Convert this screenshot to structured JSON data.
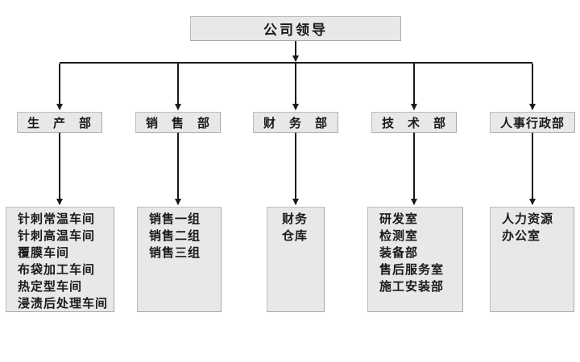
{
  "title": "公司领导",
  "colors": {
    "box_fill": "#e8e8e8",
    "box_border": "#bcbcbc",
    "connector_line": "#1a1a1a",
    "text": "#1a1a1a"
  },
  "departments": [
    {
      "label": "生　产　部",
      "units": [
        "针刺常温车间",
        "针刺高温车间",
        "覆膜车间",
        "布袋加工车间",
        "热定型车间",
        "浸渍后处理车间"
      ]
    },
    {
      "label": "销　售　部",
      "units": [
        "销售一组",
        "销售二组",
        "销售三组"
      ]
    },
    {
      "label": "财　务　部",
      "units": [
        "财务",
        "仓库"
      ]
    },
    {
      "label": "技　术　部",
      "units": [
        "研发室",
        "检测室",
        "装备部",
        "售后服务室",
        "施工安装部"
      ]
    },
    {
      "label": "人事行政部",
      "units": [
        "人力资源",
        "办公室"
      ]
    }
  ]
}
